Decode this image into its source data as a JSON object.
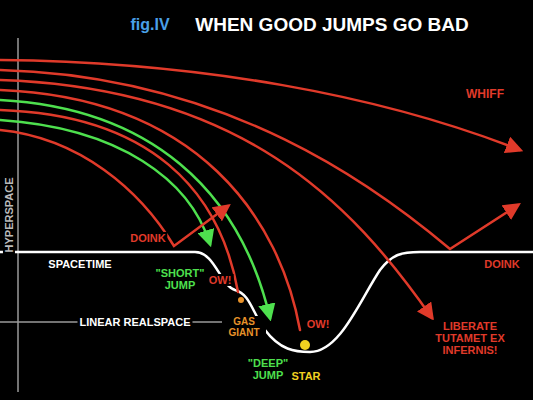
{
  "diagram": {
    "title": "WHEN GOOD JUMPS GO BAD",
    "labels": [
      "fig.IV",
      "HYPERSPACE",
      "SPACETIME",
      "LINEAR REALSPACE",
      "WHIFF",
      "DOINK",
      "DOINK",
      "\"SHORT\" JUMP",
      "OW!",
      "GAS GIANT",
      "\"DEEP\" JUMP",
      "OW!",
      "STAR",
      "LIBERATE TUTAMET EX INFERNIS!"
    ]
  }
}
